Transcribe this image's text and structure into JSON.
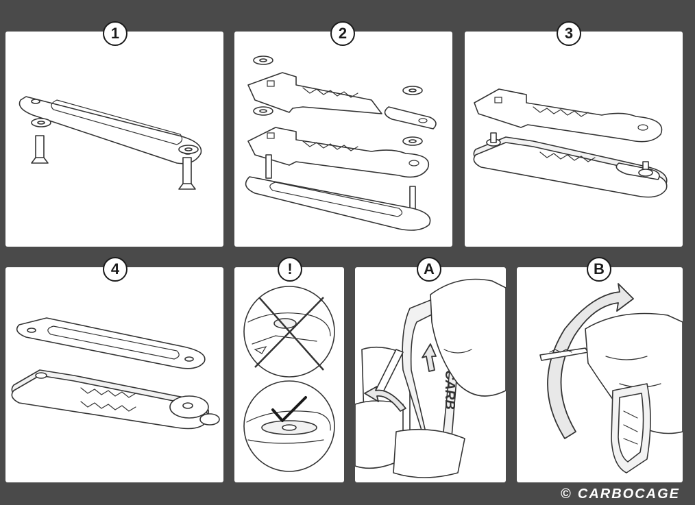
{
  "steps": [
    {
      "label": "1"
    },
    {
      "label": "2"
    },
    {
      "label": "3"
    },
    {
      "label": "4"
    },
    {
      "label": "!"
    },
    {
      "label": "A"
    },
    {
      "label": "B"
    }
  ],
  "footer": {
    "copyright_symbol": "©",
    "brand": "CARBOCAGE"
  },
  "panelA_engraving": "CARB",
  "colors": {
    "background": "#4a4a4a",
    "panel": "#ffffff",
    "line": "#333333"
  }
}
